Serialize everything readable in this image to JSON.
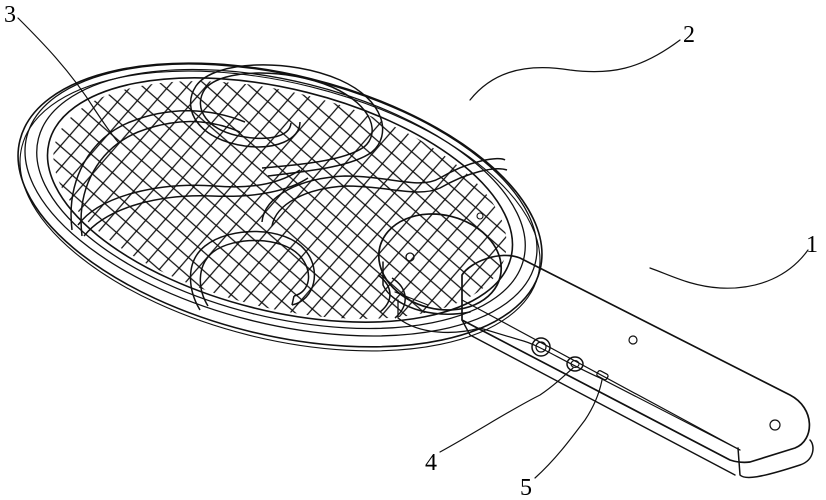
{
  "figure": {
    "labels": [
      {
        "id": "handle",
        "text": "1"
      },
      {
        "id": "frame",
        "text": "2"
      },
      {
        "id": "spiral-wire",
        "text": "3"
      },
      {
        "id": "button",
        "text": "4"
      },
      {
        "id": "charging-port",
        "text": "5"
      }
    ]
  }
}
